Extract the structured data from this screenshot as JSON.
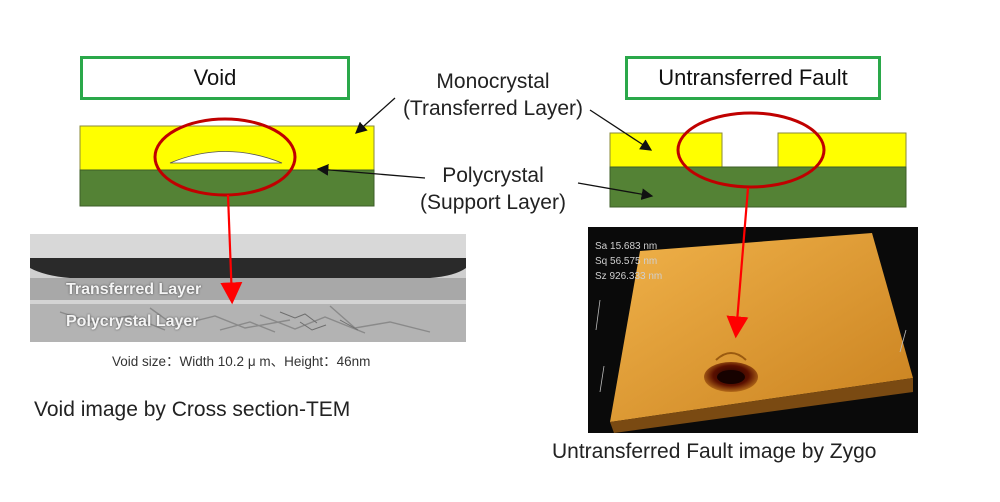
{
  "left": {
    "title": "Void",
    "tem_labels": {
      "transferred": "Transferred Layer",
      "poly": "Polycrystal Layer"
    },
    "void_size": "Void size：Width 10.2 μ m、Height：46nm",
    "caption": "Void image by Cross section-TEM"
  },
  "right": {
    "title": "Untransferred Fault",
    "zygo_stats": [
      "Sa 15.683 nm",
      "Sq 56.575 nm",
      "Sz 926.333 nm"
    ],
    "caption": "Untransferred Fault image by Zygo"
  },
  "callouts": {
    "mono_line1": "Monocrystal",
    "mono_line2": "(Transferred Layer)",
    "poly_line1": "Polycrystal",
    "poly_line2": "(Support Layer)"
  },
  "colors": {
    "mono": "#ffff00",
    "poly": "#548235",
    "frame": "#2aa84a",
    "circle": "#c00000",
    "arrow": "#ff0000",
    "zygo_surface": "#e8a23a"
  }
}
